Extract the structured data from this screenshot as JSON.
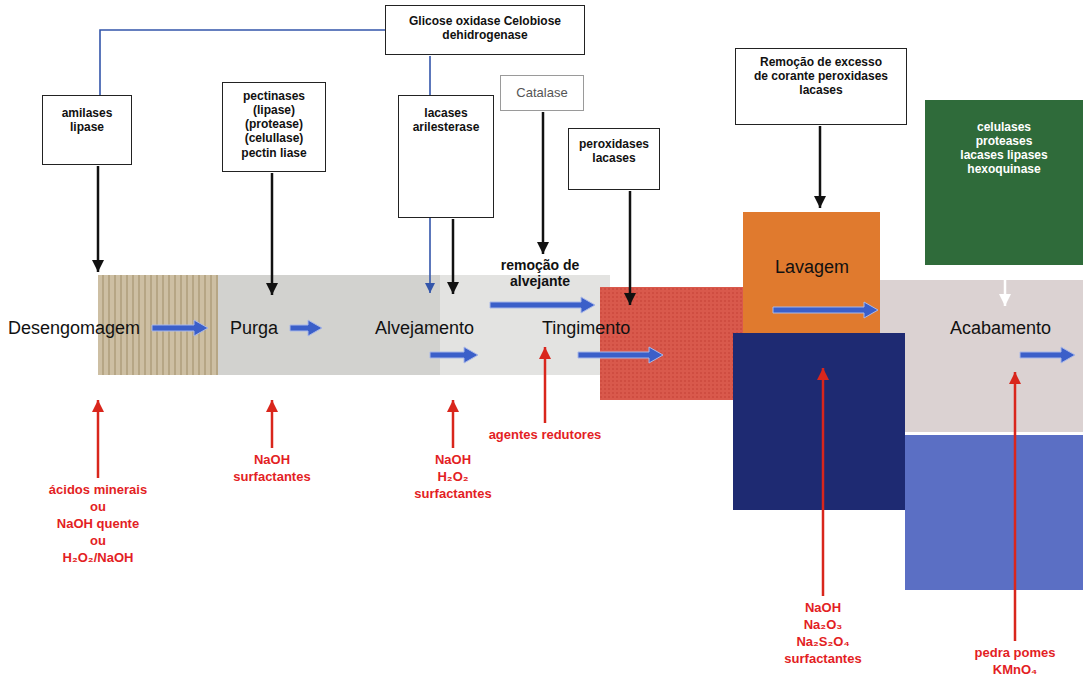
{
  "diagram": {
    "nodes": [
      {
        "text": [
          "Glicose oxidase Celobiose dehidrogenase"
        ]
      },
      {
        "text": [
          "amilases lipase"
        ]
      },
      {
        "text": [
          "pectinases (lipase) (protease) (celullase) pectin liase"
        ]
      },
      {
        "text": [
          "lacases arilesterase"
        ]
      },
      {
        "text": [
          "Catalase"
        ]
      },
      {
        "text": [
          "peroxidases lacases"
        ]
      },
      {
        "text": [
          "Remoção de excesso de corante peroxidases lacases"
        ]
      },
      {
        "text": [
          "celulases proteases lacases lipases hexoquinase"
        ]
      }
    ],
    "edges": [
      {
        "from": 0,
        "to": 1,
        "arrow": "none"
      }
    ],
    "labels": [
      "Desengomagem",
      "Purga",
      "Alvejamento",
      "remoção de alvejante",
      "Tingimento",
      "Lavagem",
      "Acabamento",
      "ácidos minerais",
      "ou",
      "NaOH quente",
      "ou",
      "H₂O₂/NaOH",
      "NaOH",
      "surfactantes",
      "NaOH",
      "H₂O₂",
      "surfactantes",
      "agentes redutores",
      "NaOH",
      "Na₂O₃",
      "Na₂S₂O₄",
      "surfactantes",
      "pedra pomes",
      "KMnO₄"
    ]
  }
}
